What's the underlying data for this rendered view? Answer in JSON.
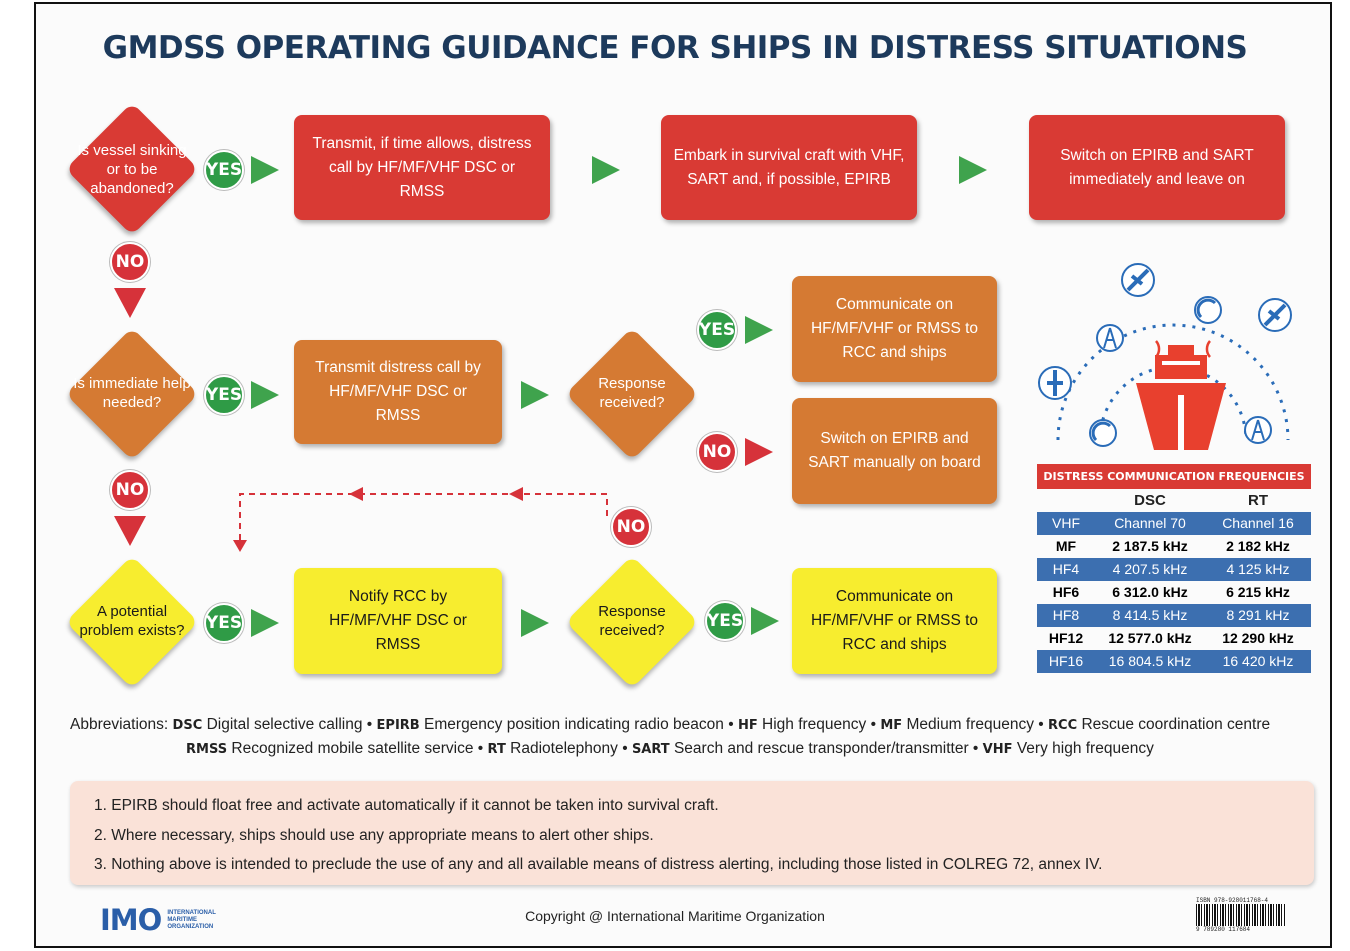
{
  "title": "GMDSS OPERATING GUIDANCE FOR SHIPS IN DISTRESS SITUATIONS",
  "labels": {
    "yes": "YES",
    "no": "NO"
  },
  "row1": {
    "question": "Is vessel sinking or to be abandoned?",
    "step1": "Transmit, if time allows, distress call by  HF/MF/VHF DSC or RMSS",
    "step2": "Embark in survival craft with VHF, SART and, if possible, EPIRB",
    "step3": "Switch on EPIRB and SART immediately and leave on"
  },
  "row2": {
    "question": "Is immediate help needed?",
    "step1": "Transmit distress call by HF/MF/VHF DSC or RMSS",
    "response": "Response received?",
    "yes_box": "Communicate on HF/MF/VHF or RMSS to RCC and ships",
    "no_box": "Switch on EPIRB and SART manually on board"
  },
  "row3": {
    "question": "A potential problem exists?",
    "step1": "Notify RCC by HF/MF/VHF DSC or RMSS",
    "response": "Response received?",
    "yes_box": "Communicate on HF/MF/VHF or RMSS to RCC and ships"
  },
  "frequencies": {
    "title": "DISTRESS COMMUNICATION FREQUENCIES",
    "columns": [
      "",
      "DSC",
      "RT"
    ],
    "rows": [
      [
        "VHF",
        "Channel 70",
        "Channel 16"
      ],
      [
        "MF",
        "2 187.5 kHz",
        "2 182 kHz"
      ],
      [
        "HF4",
        "4 207.5 kHz",
        "4 125 kHz"
      ],
      [
        "HF6",
        "6 312.0 kHz",
        "6 215 kHz"
      ],
      [
        "HF8",
        "8 414.5 kHz",
        "8 291 kHz"
      ],
      [
        "HF12",
        "12 577.0 kHz",
        "12 290 kHz"
      ],
      [
        "HF16",
        "16 804.5 kHz",
        "16 420 kHz"
      ]
    ]
  },
  "abbreviations": {
    "label": "Abbreviations:",
    "items": [
      {
        "abbr": "DSC",
        "text": "Digital selective calling"
      },
      {
        "abbr": "EPIRB",
        "text": "Emergency position indicating radio beacon"
      },
      {
        "abbr": "HF",
        "text": "High frequency"
      },
      {
        "abbr": "MF",
        "text": "Medium frequency"
      },
      {
        "abbr": "RCC",
        "text": "Rescue coordination centre"
      },
      {
        "abbr": "RMSS",
        "text": "Recognized mobile satellite service"
      },
      {
        "abbr": "RT",
        "text": "Radiotelephony"
      },
      {
        "abbr": "SART",
        "text": "Search and rescue transponder/transmitter"
      },
      {
        "abbr": "VHF",
        "text": "Very high frequency"
      }
    ]
  },
  "notes": [
    "1.  EPIRB should float free and activate automatically if it cannot be taken into survival craft.",
    "2.  Where necessary, ships should use any appropriate means to alert other ships.",
    "3.  Nothing above is intended to preclude the use of any and all available means of distress alerting, including those listed in COLREG 72, annex IV."
  ],
  "footer": {
    "logo": "IMO",
    "logo_sub": [
      "INTERNATIONAL",
      "MARITIME",
      "ORGANIZATION"
    ],
    "copyright": "Copyright @ International Maritime Organization",
    "isbn": "ISBN 978-928011768-4",
    "barcode_digits": "9 789280 117684"
  },
  "colors": {
    "red": "#d93a34",
    "orange": "#d57a33",
    "yellow": "#f7ed2f",
    "green": "#3fa34d",
    "navy": "#1d3a5c",
    "blue": "#3c6fb0"
  }
}
